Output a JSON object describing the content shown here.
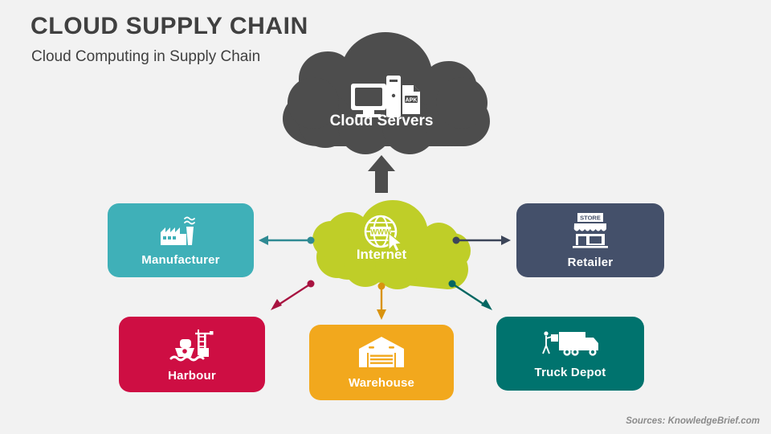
{
  "header": {
    "title": "CLOUD SUPPLY CHAIN",
    "subtitle": "Cloud Computing in Supply Chain"
  },
  "footer": {
    "source": "Sources: KnowledgeBrief.com"
  },
  "diagram": {
    "type": "hub-and-spoke",
    "hub": {
      "label": "Internet",
      "icon": "globe-www-cursor-icon",
      "shape": "cloud",
      "color": "#bfce28"
    },
    "top_node": {
      "label": "Cloud Servers",
      "icon": "server-computer-apk-icon",
      "shape": "cloud",
      "color": "#4d4d4d",
      "badge_text": "APK"
    },
    "nodes": [
      {
        "id": "manufacturer",
        "label": "Manufacturer",
        "icon": "factory-icon",
        "color": "#3fb0b8",
        "connector": {
          "style": "line-arrow",
          "direction": "hub-to-node",
          "color": "#2f8a93"
        }
      },
      {
        "id": "retailer",
        "label": "Retailer",
        "icon": "storefront-icon",
        "icon_badge": "STORE",
        "color": "#44506a",
        "connector": {
          "style": "line-arrow",
          "direction": "hub-to-node",
          "color": "#3c4559"
        }
      },
      {
        "id": "harbour",
        "label": "Harbour",
        "icon": "ship-crane-icon",
        "color": "#ce0e43",
        "connector": {
          "style": "line-arrow",
          "direction": "hub-to-node",
          "color": "#a81340"
        }
      },
      {
        "id": "warehouse",
        "label": "Warehouse",
        "icon": "warehouse-icon",
        "color": "#f2a81d",
        "connector": {
          "style": "line-arrow",
          "direction": "hub-to-node",
          "color": "#d9930f"
        }
      },
      {
        "id": "truck-depot",
        "label": "Truck Depot",
        "icon": "truck-loading-icon",
        "color": "#00736e",
        "connector": {
          "style": "line-arrow",
          "direction": "hub-to-node",
          "color": "#046762"
        }
      }
    ],
    "hub_to_top_connector": {
      "style": "block-arrow",
      "direction": "up",
      "color": "#4d4d4d"
    }
  },
  "colors": {
    "background": "#f2f2f2",
    "title": "#404040",
    "subtitle": "#3f3f3f",
    "source": "#8b8b8b"
  }
}
